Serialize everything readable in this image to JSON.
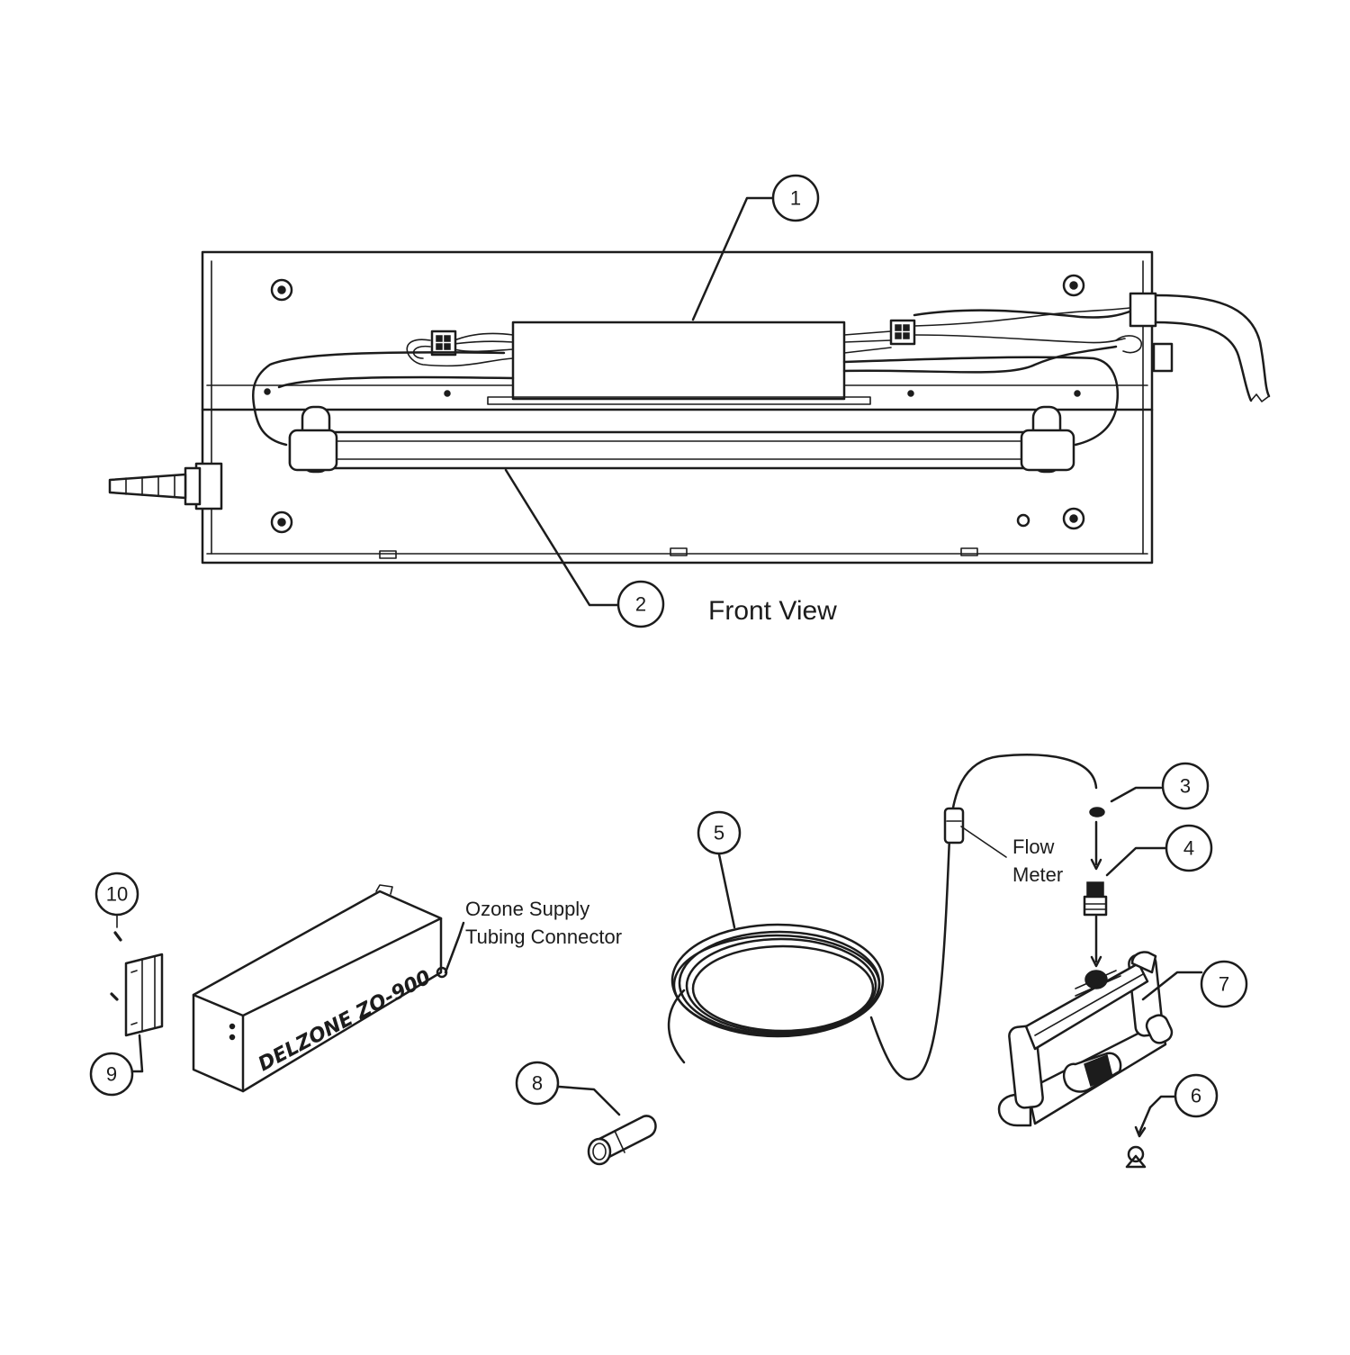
{
  "front_view_label": "Front View",
  "callouts": {
    "c1": "1",
    "c2": "2",
    "c3": "3",
    "c4": "4",
    "c5": "5",
    "c6": "6",
    "c7": "7",
    "c8": "8",
    "c9": "9",
    "c10": "10"
  },
  "labels": {
    "ozone_supply_line1": "Ozone Supply",
    "ozone_supply_line2": "Tubing Connector",
    "flow_meter_line1": "Flow",
    "flow_meter_line2": "Meter"
  },
  "unit_brand": "DELZONE ZO-900",
  "colors": {
    "line": "#1c1c1c",
    "background": "#ffffff"
  }
}
